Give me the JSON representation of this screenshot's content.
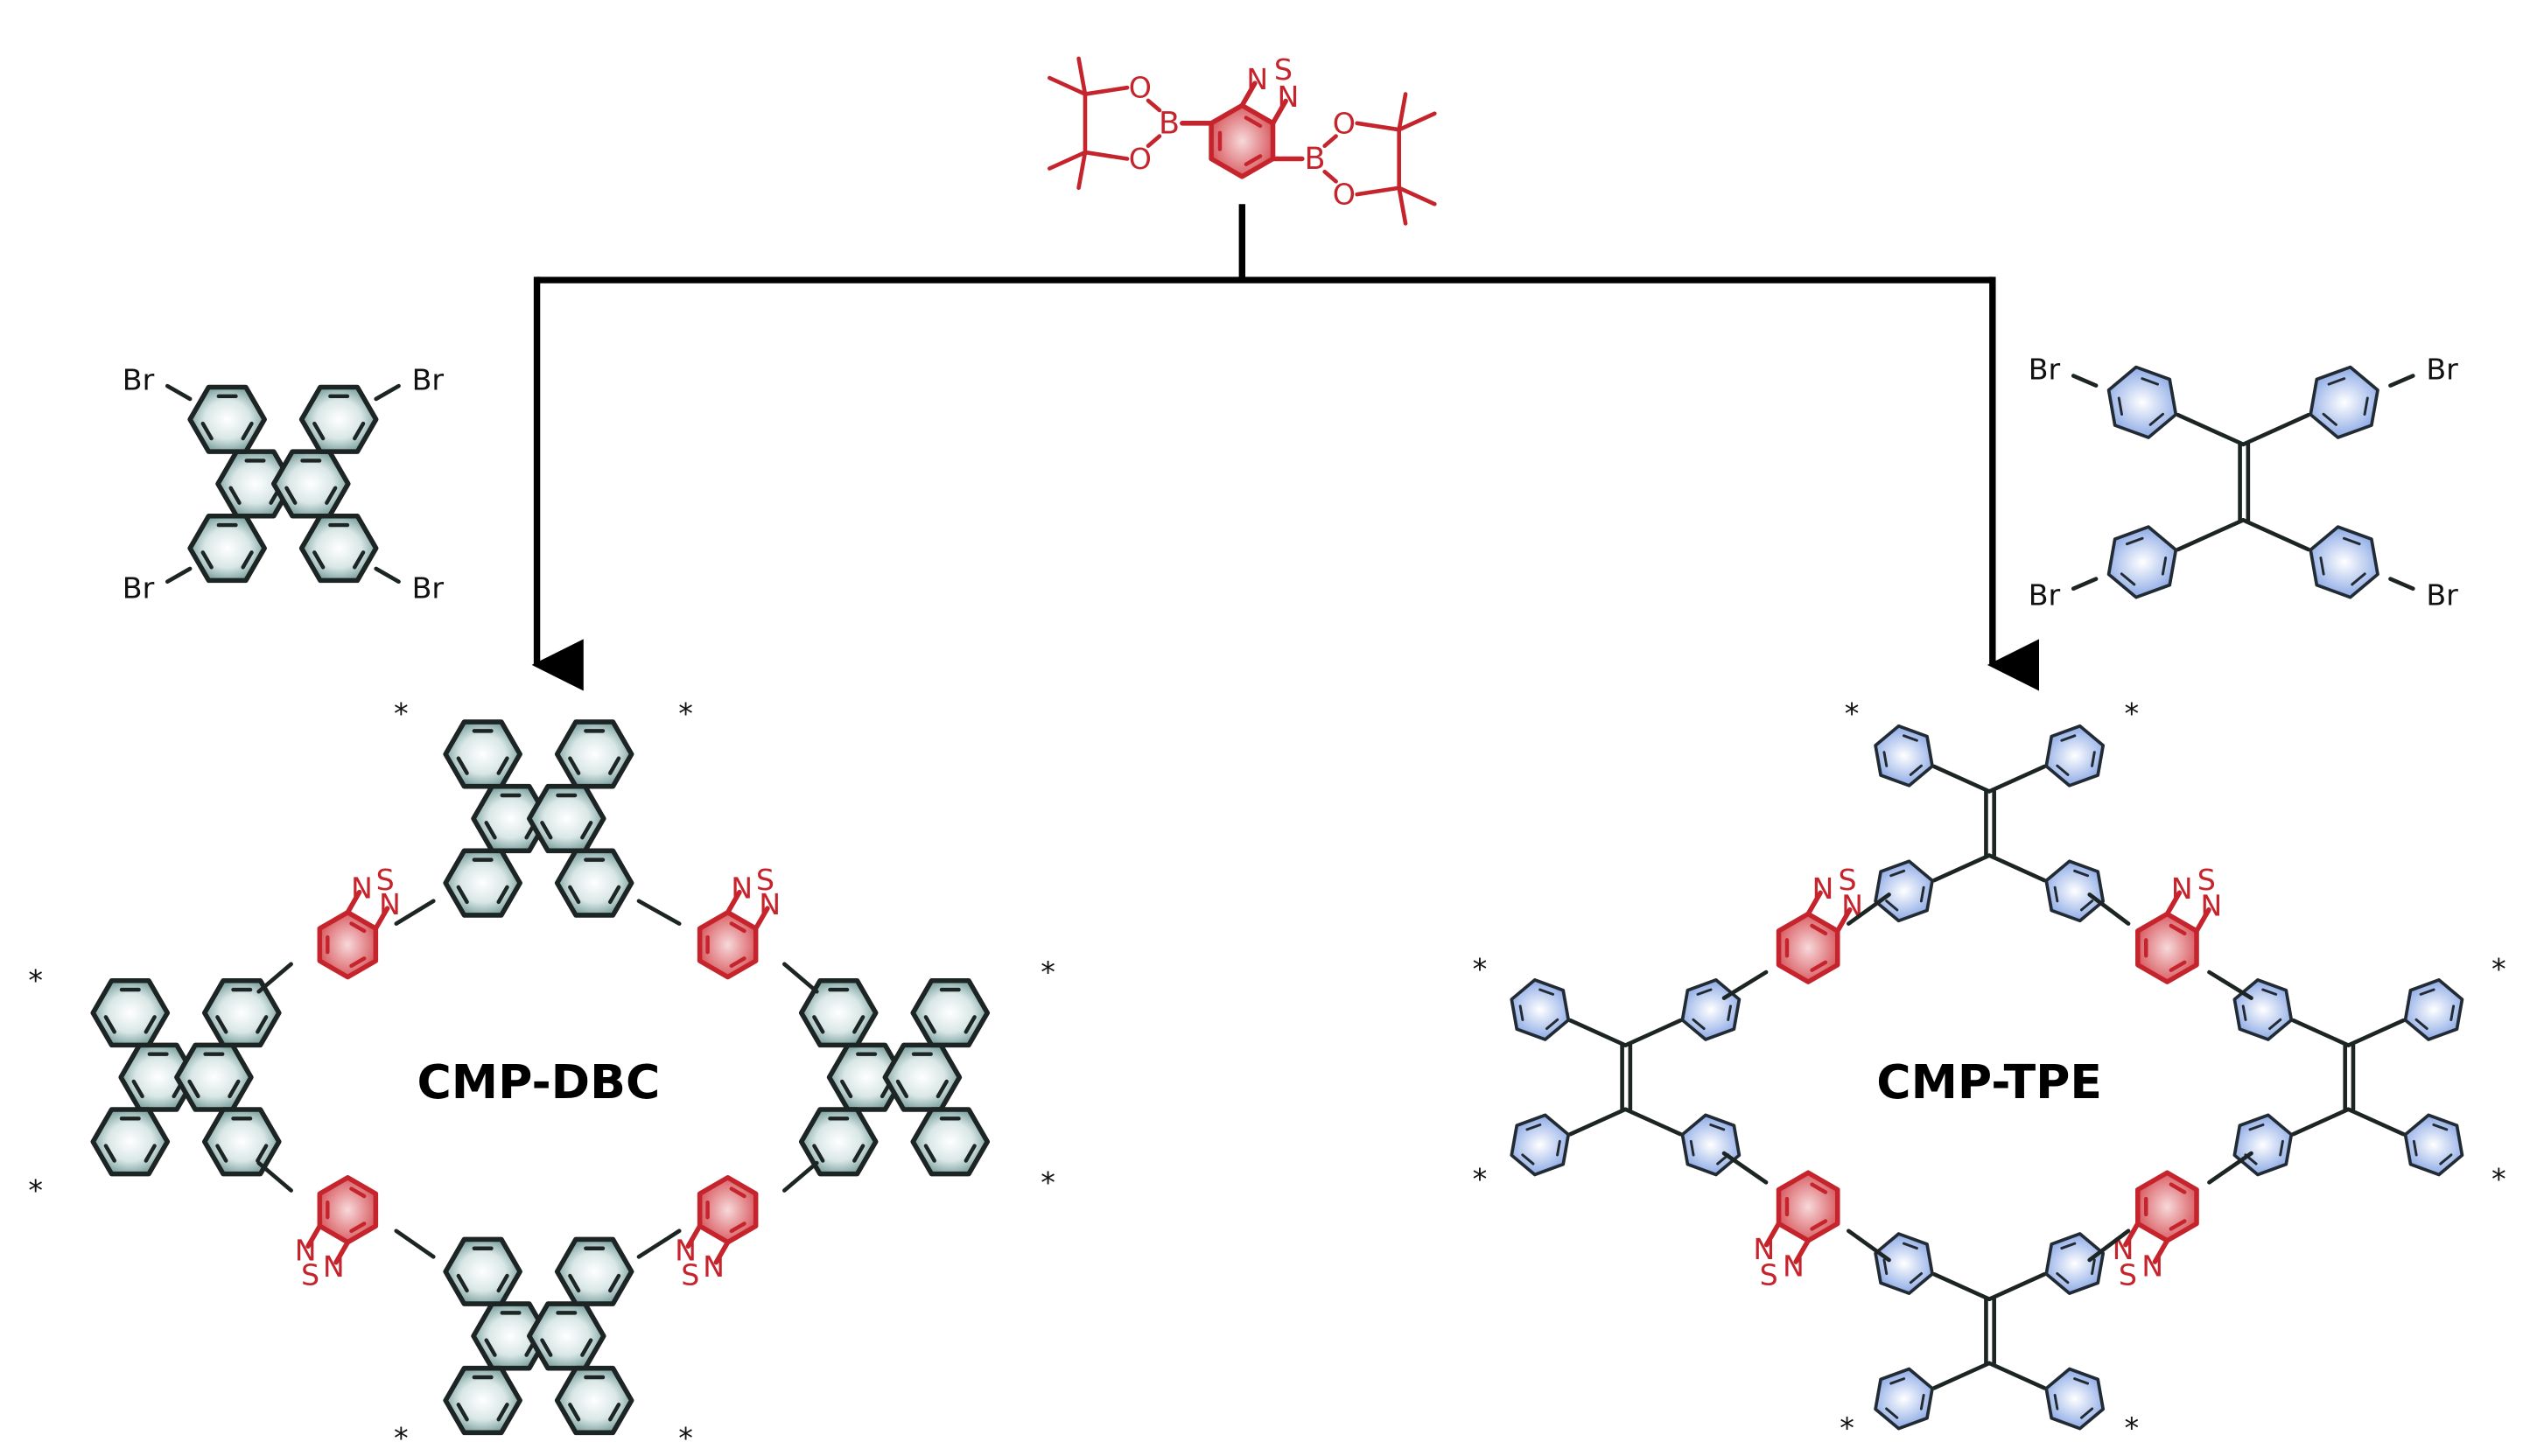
{
  "colors": {
    "red": "#c5242c",
    "teal": "#3d6b69",
    "teal_fill_light": "#ffffff",
    "teal_fill_dark": "#5f8e8c",
    "blue_stroke": "#222a33",
    "blue_fill": "#9ab2e6",
    "arrow": "#000000",
    "bond": "#1d2424"
  },
  "atoms": {
    "sulfur": "S",
    "nitrogen": "N",
    "boron": "B",
    "oxygen": "O",
    "bromine": "Br",
    "end_group": "*"
  },
  "labels": {
    "left_product": "CMP-DBC",
    "right_product": "CMP-TPE"
  },
  "icons": {
    "down_arrow": "arrow-down-icon"
  }
}
